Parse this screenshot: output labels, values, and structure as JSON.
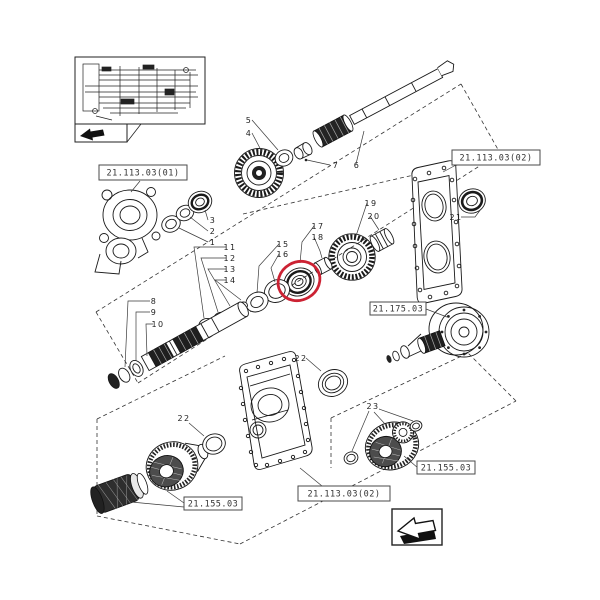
{
  "diagram": {
    "kind": "exploded-parts-diagram",
    "colors": {
      "line": "#1a1a1a",
      "highlight_red": "#cc2233",
      "paper": "#ffffff"
    }
  },
  "sheet_labels": {
    "top_left": "21.113.03(01)",
    "top_right": "21.113.03(02)",
    "middle_right": "21.175.03",
    "bottom_center": "21.113.03(02)",
    "bottom_left": "21.155.03",
    "bottom_right": "21.155.03"
  },
  "callouts": {
    "c1": "1",
    "c2": "2",
    "c3": "3",
    "c4": "4",
    "c5": "5",
    "c6": "6",
    "c7": "7",
    "c8": "8",
    "c9": "9",
    "c10": "10",
    "c11": "11",
    "c12": "12",
    "c13": "13",
    "c14": "14",
    "c15": "15",
    "c16": "16",
    "c17": "17",
    "c18": "18",
    "c19": "19",
    "c20": "20",
    "c21": "21",
    "c22": "22",
    "c23": "23"
  },
  "icons": {
    "back_arrow": "back-arrow-icon",
    "inset_arrow": "page-arrow-icon"
  }
}
